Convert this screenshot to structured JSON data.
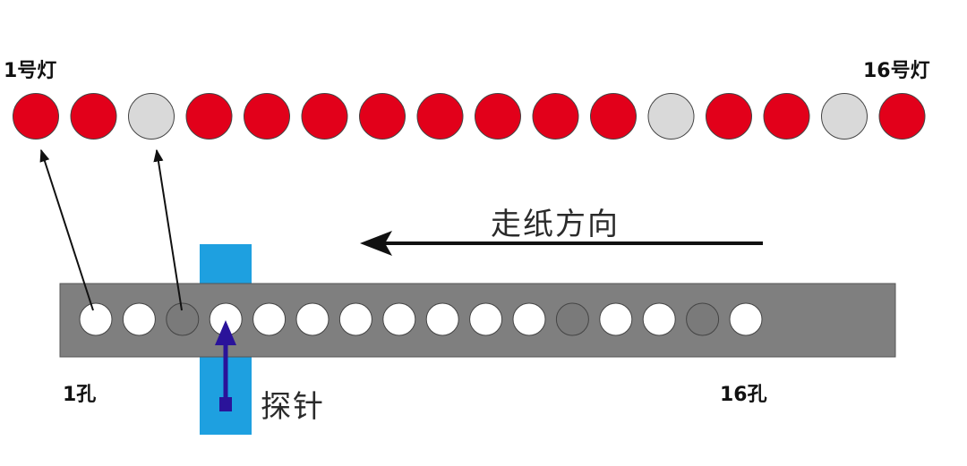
{
  "labels": {
    "lamp_first": "1号灯",
    "lamp_last": "16号灯",
    "direction": "走纸方向",
    "hole_first": "1孔",
    "hole_last": "16孔",
    "probe": "探针"
  },
  "lamps": [
    {
      "number": 1,
      "state": "on"
    },
    {
      "number": 2,
      "state": "on"
    },
    {
      "number": 3,
      "state": "off"
    },
    {
      "number": 4,
      "state": "on"
    },
    {
      "number": 5,
      "state": "on"
    },
    {
      "number": 6,
      "state": "on"
    },
    {
      "number": 7,
      "state": "on"
    },
    {
      "number": 8,
      "state": "on"
    },
    {
      "number": 9,
      "state": "on"
    },
    {
      "number": 10,
      "state": "on"
    },
    {
      "number": 11,
      "state": "on"
    },
    {
      "number": 12,
      "state": "off"
    },
    {
      "number": 13,
      "state": "on"
    },
    {
      "number": 14,
      "state": "on"
    },
    {
      "number": 15,
      "state": "off"
    },
    {
      "number": 16,
      "state": "on"
    }
  ],
  "holes": [
    {
      "number": 1,
      "state": "punched"
    },
    {
      "number": 2,
      "state": "punched"
    },
    {
      "number": 3,
      "state": "closed"
    },
    {
      "number": 4,
      "state": "punched"
    },
    {
      "number": 5,
      "state": "punched"
    },
    {
      "number": 6,
      "state": "punched"
    },
    {
      "number": 7,
      "state": "punched"
    },
    {
      "number": 8,
      "state": "punched"
    },
    {
      "number": 9,
      "state": "punched"
    },
    {
      "number": 10,
      "state": "punched"
    },
    {
      "number": 11,
      "state": "punched"
    },
    {
      "number": 12,
      "state": "closed"
    },
    {
      "number": 13,
      "state": "punched"
    },
    {
      "number": 14,
      "state": "punched"
    },
    {
      "number": 15,
      "state": "closed"
    },
    {
      "number": 16,
      "state": "punched"
    }
  ],
  "colors": {
    "lamp_on": "#e2001a",
    "lamp_off": "#d9d9d9",
    "strip": "#7f7f7f",
    "hole_punched": "#ffffff",
    "hole_closed": "#7a7a7a",
    "probe_housing": "#1ea0e0",
    "probe_needle": "#2a139a"
  }
}
